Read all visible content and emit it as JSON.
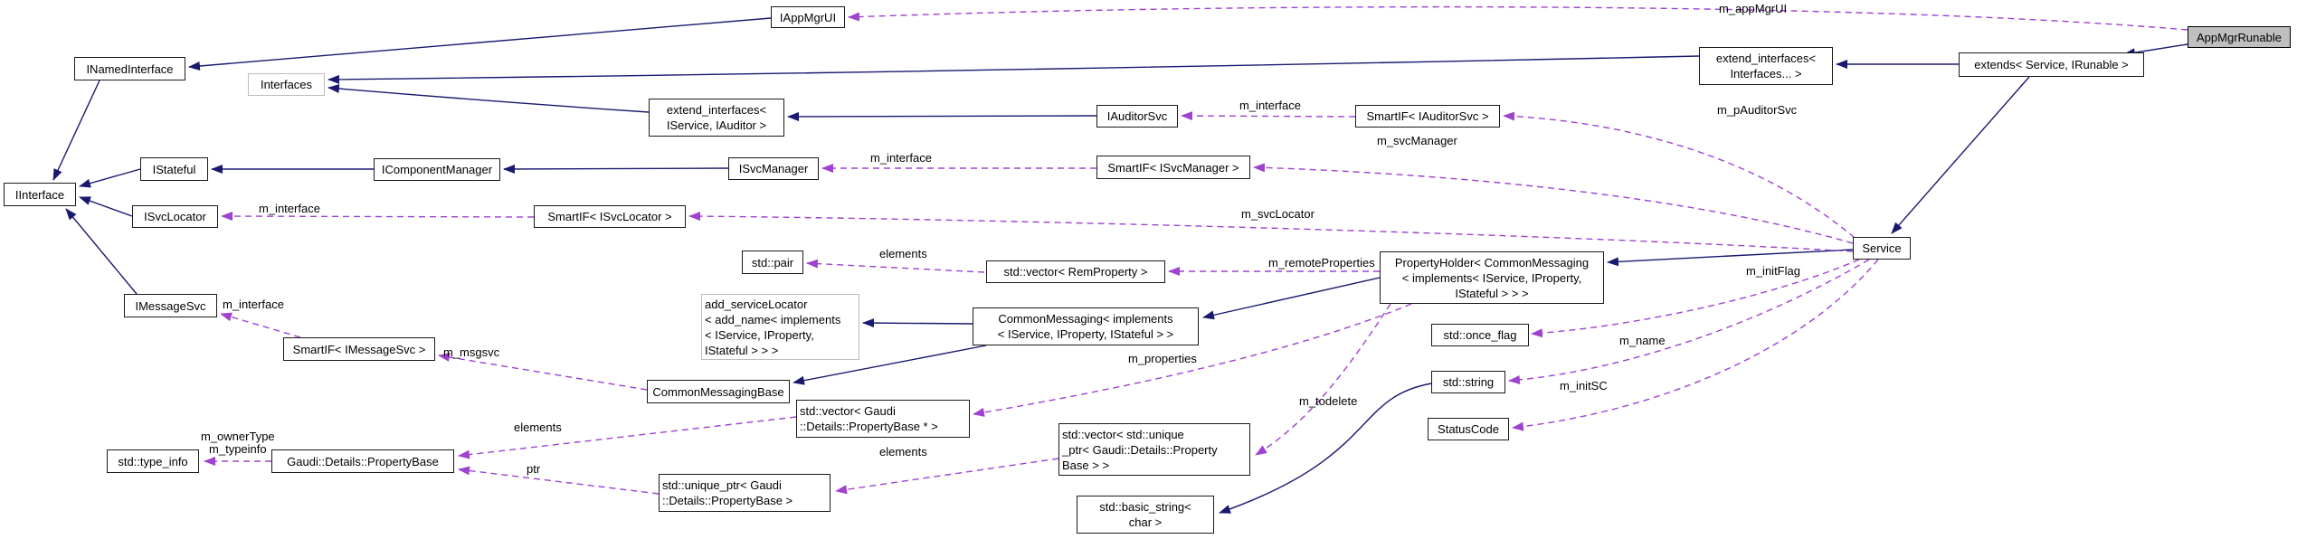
{
  "diagram": {
    "kind": "collaboration-graph",
    "colors": {
      "background": "#ffffff",
      "inheritance_edge": "#191970",
      "usage_edge": "#9e42cf",
      "node_border": "#1a1a1a",
      "template_node_border": "#bdbdbd",
      "main_node_fill": "#bfbfbf",
      "node_fill": "#ffffff",
      "label_text": "#000000"
    },
    "nodes": {
      "iappmgrui": "IAppMgrUI",
      "inamedinterface": "INamedInterface",
      "interfaces": "Interfaces",
      "extend_interfaces_service_iauditor": "extend_interfaces<\nIService, IAuditor >",
      "iauditorsvc": "IAuditorSvc",
      "smartif_iauditorsvc": "SmartIF< IAuditorSvc >",
      "extend_interfaces_interfaces": "extend_interfaces<\nInterfaces... >",
      "extends_service_irunable": "extends< Service, IRunable >",
      "appmgrrunable": "AppMgrRunable",
      "iinterface": "IInterface",
      "istateful": "IStateful",
      "icomponentmanager": "IComponentManager",
      "isvcmanager": "ISvcManager",
      "smartif_isvcmanager": "SmartIF< ISvcManager >",
      "isvclocator": "ISvcLocator",
      "smartif_isvclocator": "SmartIF< ISvcLocator >",
      "imessagesvc": "IMessageSvc",
      "smartif_imessagesvc": "SmartIF< IMessageSvc >",
      "std_pair": "std::pair",
      "vector_remproperty": "std::vector< RemProperty >",
      "propertyholder": "PropertyHolder< CommonMessaging\n< implements< IService, IProperty,\nIStateful > > >",
      "service": "Service",
      "add_servicelocator": "add_serviceLocator\n< add_name< implements\n< IService, IProperty,\nIStateful > > >",
      "commonmessaging": "CommonMessaging< implements\n< IService, IProperty, IStateful > >",
      "commonmessagingbase": "CommonMessagingBase",
      "once_flag": "std::once_flag",
      "std_string": "std::string",
      "statuscode": "StatusCode",
      "type_info": "std::type_info",
      "propertybase": "Gaudi::Details::PropertyBase",
      "vector_propertybase_ptr": "std::vector< Gaudi\n::Details::PropertyBase * >",
      "unique_ptr_propertybase": "std::unique_ptr< Gaudi\n::Details::PropertyBase >",
      "vector_unique_ptr": "std::vector< std::unique\n_ptr< Gaudi::Details::Property\nBase > >",
      "basic_string": "std::basic_string<\nchar >"
    },
    "edge_labels": {
      "m_appMgrUI": "m_appMgrUI",
      "m_interface_auditorsvc": "m_interface",
      "m_pAuditorSvc": "m_pAuditorSvc",
      "m_svcManager": "m_svcManager",
      "m_interface_svcmanager": "m_interface",
      "m_svcLocator": "m_svcLocator",
      "m_interface_svclocator": "m_interface",
      "m_interface_messagesvc": "m_interface",
      "m_msgsvc": "m_msgsvc",
      "elements_remproperty": "elements",
      "m_remoteProperties": "m_remoteProperties",
      "m_initFlag": "m_initFlag",
      "m_name": "m_name",
      "m_initSC": "m_initSC",
      "m_properties": "m_properties",
      "m_todelete": "m_todelete",
      "elements_propertybase": "elements",
      "ptr": "ptr",
      "elements_uniqueptr": "elements",
      "m_ownerType_m_typeinfo": "m_ownerType\nm_typeinfo"
    }
  }
}
